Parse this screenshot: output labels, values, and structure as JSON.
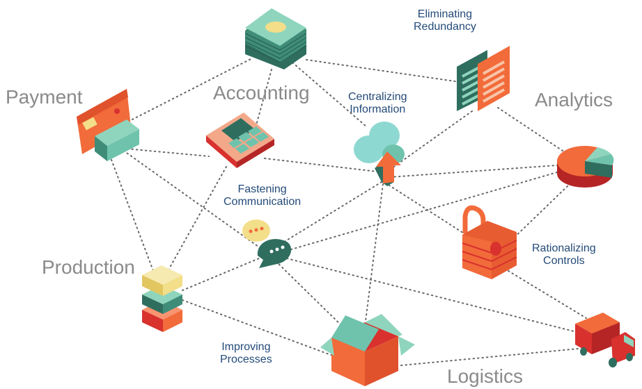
{
  "labels": {
    "payment": "Payment",
    "accounting": "Accounting",
    "analytics": "Analytics",
    "production": "Production",
    "logistics": "Logistics",
    "eliminating": [
      "Eliminating",
      "Redundancy"
    ],
    "centralizing": [
      "Centralizing",
      "Information"
    ],
    "fastening": [
      "Fastening",
      "Communication"
    ],
    "rationalizing": [
      "Rationalizing",
      "Controls"
    ],
    "improving": [
      "Improving",
      "Processes"
    ]
  },
  "colors": {
    "teal": "#6fc3ad",
    "dark_teal": "#2f6e5f",
    "orange": "#f26b3a",
    "red": "#d8312e",
    "yellow": "#f3de8a",
    "light_blue": "#8ed8d2",
    "dots": "#666666",
    "big_label": "#8a8a8a",
    "small_label": "#234a78"
  }
}
